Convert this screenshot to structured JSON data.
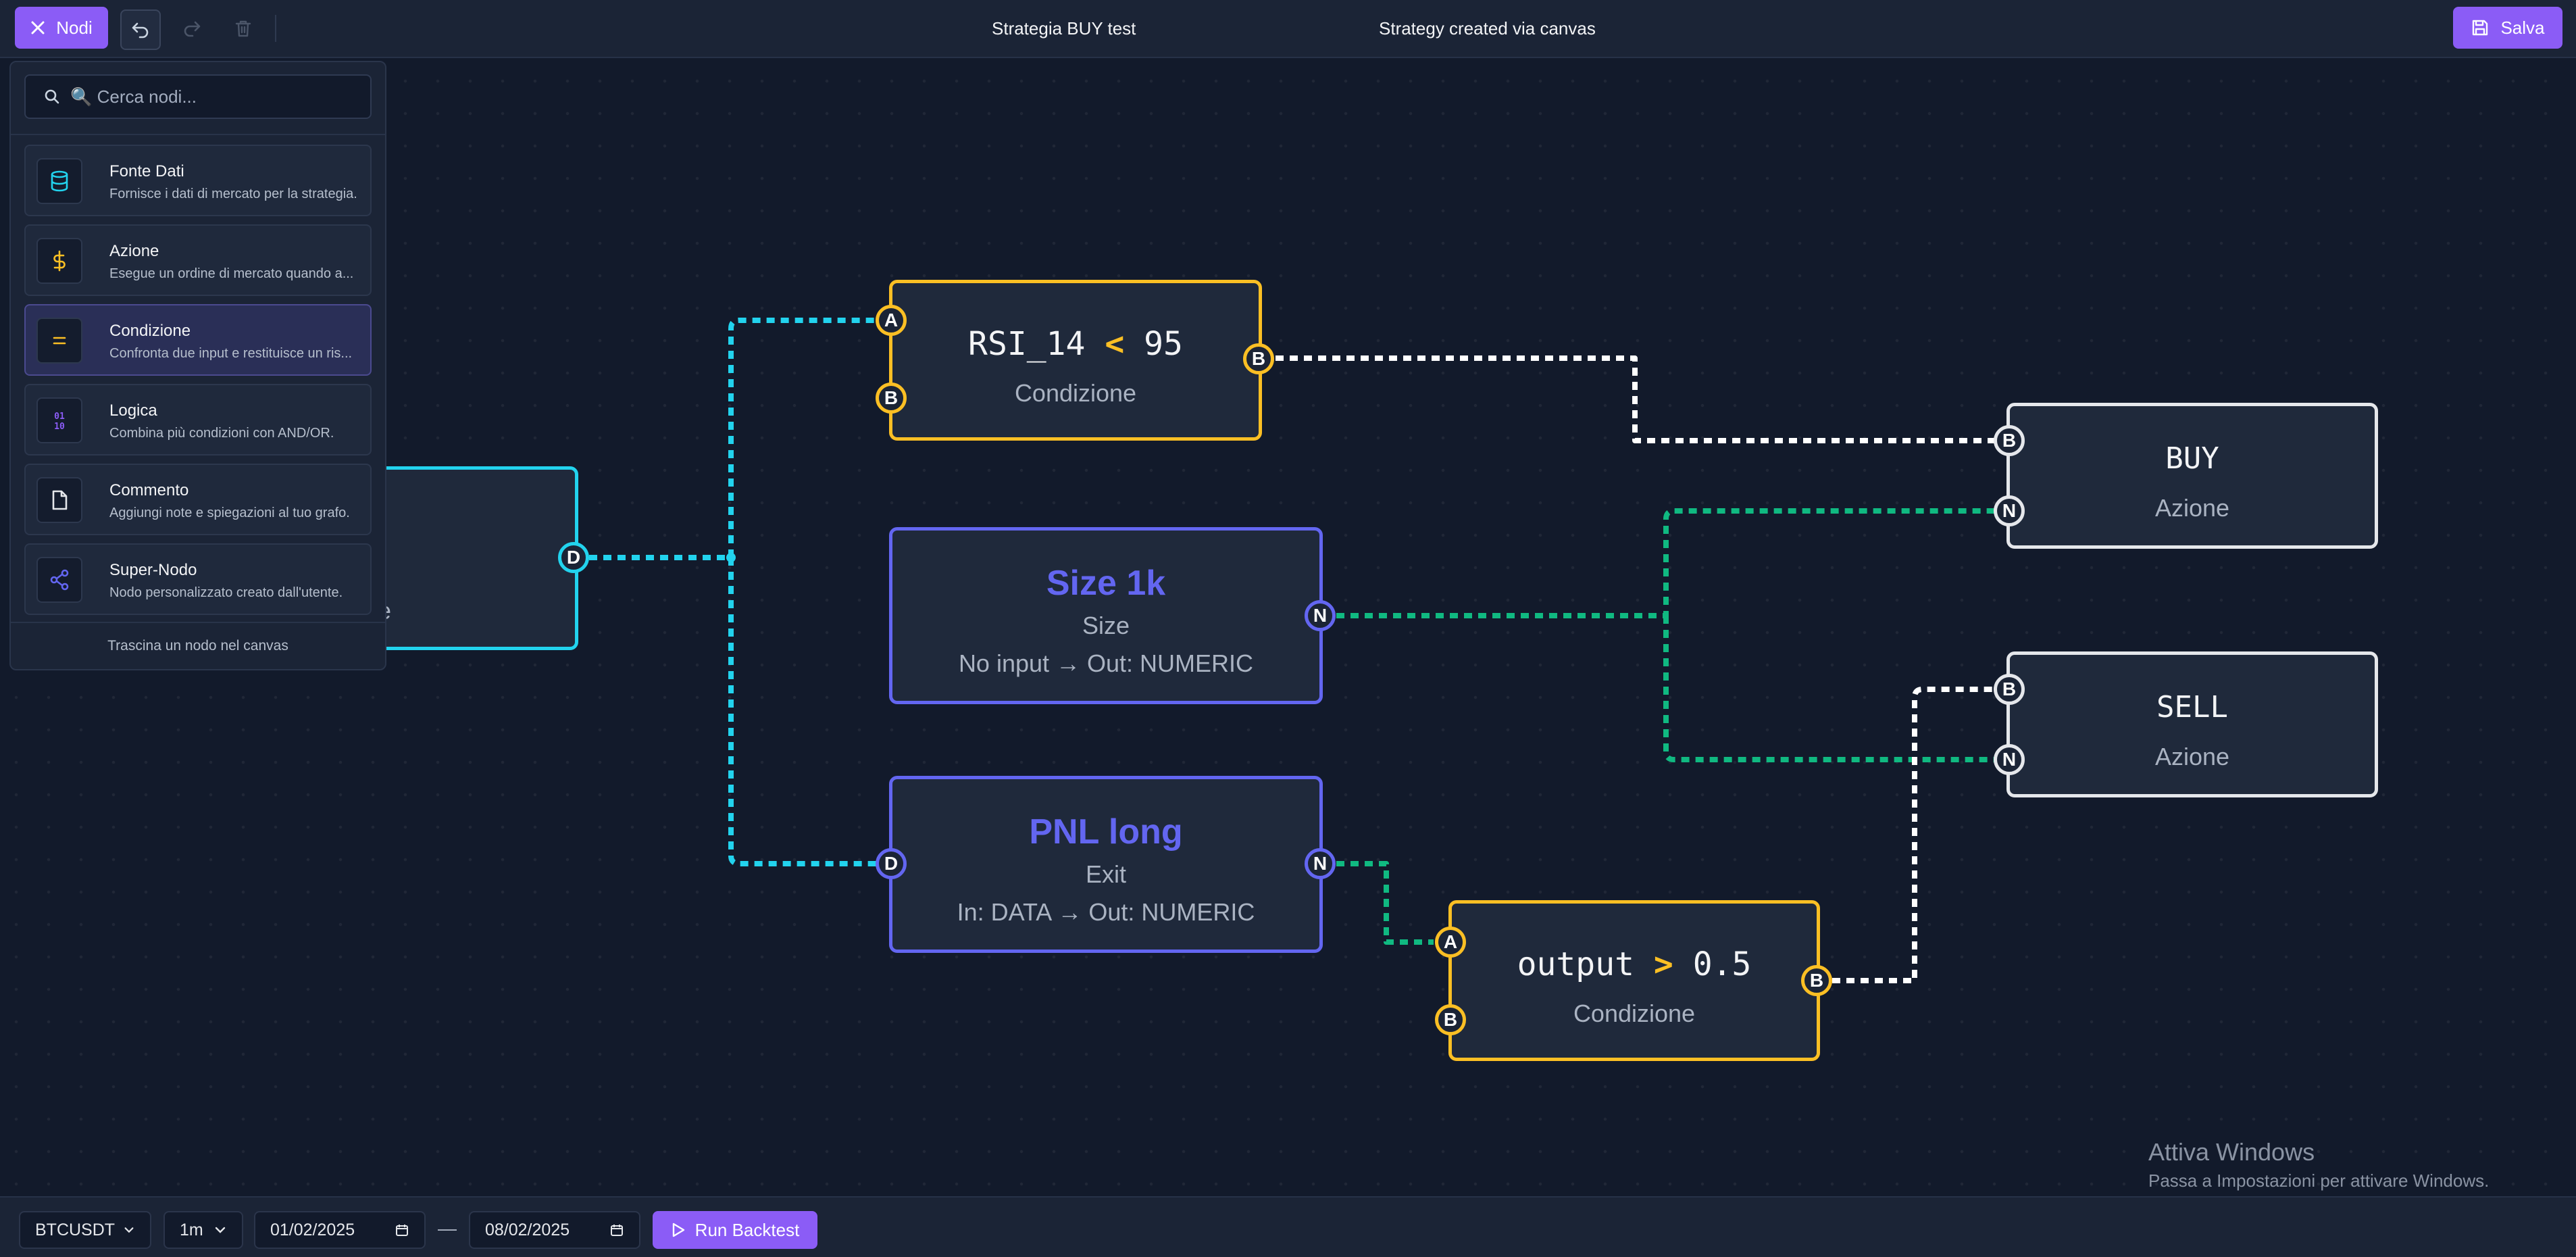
{
  "toolbar": {
    "nodes_button_label": "Nodi",
    "strategy_name": "Strategia BUY test",
    "strategy_description": "Strategy created via canvas",
    "save_label": "Salva"
  },
  "palette": {
    "search_placeholder": "🔍 Cerca nodi...",
    "items": [
      {
        "name": "Fonte Dati",
        "description": "Fornisce i dati di mercato per la strategia.",
        "icon": "database-icon"
      },
      {
        "name": "Azione",
        "description": "Esegue un ordine di mercato quando a...",
        "icon": "dollar-icon"
      },
      {
        "name": "Condizione",
        "description": "Confronta due input e restituisce un ris...",
        "icon": "equals-icon"
      },
      {
        "name": "Logica",
        "description": "Combina più condizioni con AND/OR.",
        "icon": "binary-icon"
      },
      {
        "name": "Commento",
        "description": "Aggiungi note e spiegazioni al tuo grafo.",
        "icon": "file-icon"
      },
      {
        "name": "Super-Nodo",
        "description": "Nodo personalizzato creato dall'utente.",
        "icon": "share-icon"
      }
    ],
    "footer": "Trascina un nodo nel canvas"
  },
  "nodes": {
    "data_source": {
      "type_fragment": "e",
      "port": "D"
    },
    "rsi": {
      "left": "RSI_14",
      "op": "<",
      "right": "95",
      "type": "Condizione",
      "port_a": "A",
      "port_b": "B",
      "port_out": "B"
    },
    "size": {
      "title": "Size 1k",
      "type": "Size",
      "io": "No input → Out: NUMERIC",
      "port_out": "N"
    },
    "pnl": {
      "title": "PNL long",
      "type": "Exit",
      "io": "In: DATA → Out: NUMERIC",
      "port_in": "D",
      "port_out": "N"
    },
    "output": {
      "left": "output",
      "op": ">",
      "right": "0.5",
      "type": "Condizione",
      "port_a": "A",
      "port_b": "B",
      "port_out": "B"
    },
    "buy": {
      "title": "BUY",
      "type": "Azione",
      "port_b": "B",
      "port_n": "N"
    },
    "sell": {
      "title": "SELL",
      "type": "Azione",
      "port_b": "B",
      "port_n": "N"
    }
  },
  "watermark": {
    "title": "Attiva Windows",
    "subtitle": "Passa a Impostazioni per attivare Windows."
  },
  "bottombar": {
    "symbol": "BTCUSDT",
    "timeframe": "1m",
    "date_from": "01/02/2025",
    "date_separator": "—",
    "date_to": "08/02/2025",
    "run_label": "Run Backtest"
  },
  "colors": {
    "accent": "#8b5cf6",
    "condition": "#fbbf24",
    "indicator": "#6366f1",
    "data": "#22d3ee",
    "action": "#e5e7eb",
    "numeric_edge": "#10b981"
  }
}
